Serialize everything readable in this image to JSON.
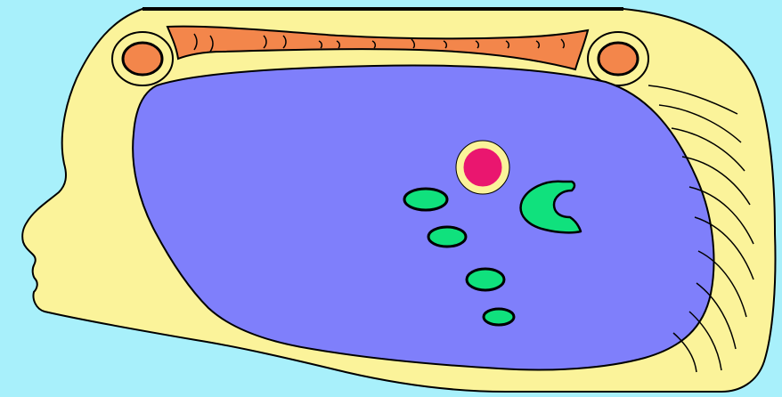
{
  "colors": {
    "background": "#a8f0fb",
    "outer_body": "#fbf39a",
    "inner_cavity": "#7f7ffb",
    "muscle_band": "#f3864b",
    "side_nodes": "#f3864b",
    "center_spot": "#ea166f",
    "center_ring": "#fbf39a",
    "green_blobs": "#10e17d",
    "outline": "#000000"
  },
  "elements": {
    "outer_body": "outer-body",
    "inner_cavity": "inner-cavity",
    "muscle_band": "muscle-band",
    "left_node": "left-node",
    "right_node": "right-node",
    "center_spot": "center-spot",
    "green_c_shape": "green-c-shape",
    "green_ovals": "green-ovals",
    "rib_lines": "rib-lines",
    "top_line": "top-line"
  }
}
